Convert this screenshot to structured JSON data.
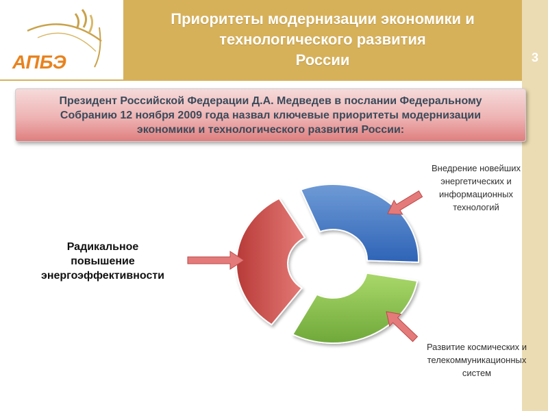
{
  "header": {
    "logo_text": "АПБЭ",
    "title_lines": [
      "Приоритеты модернизации экономики и",
      "технологического развития",
      "России"
    ],
    "page_number": "3"
  },
  "intro": {
    "text": "Президент Российской Федерации Д.А. Медведев в послании Федеральному\nСобранию 12 ноября 2009 года назвал ключевые приоритеты модернизации\nэкономики и технологического развития России:"
  },
  "priorities": [
    {
      "text": "Радикальное\nповышение\nэнергоэффективности",
      "color": "#c0504d"
    },
    {
      "text": "Внедрение новейших\nэнергетических и\nинформационных\nтехнологий",
      "color": "#4f81bd"
    },
    {
      "text": "Развитие космических и\nтелекоммуникационных\nсистем",
      "color": "#9bbb59"
    }
  ],
  "colors": {
    "header": "#d7b15a",
    "logo_orange": "#e8831f",
    "arrow": "#e57a7a",
    "box_bottom": "#df7f7f"
  }
}
